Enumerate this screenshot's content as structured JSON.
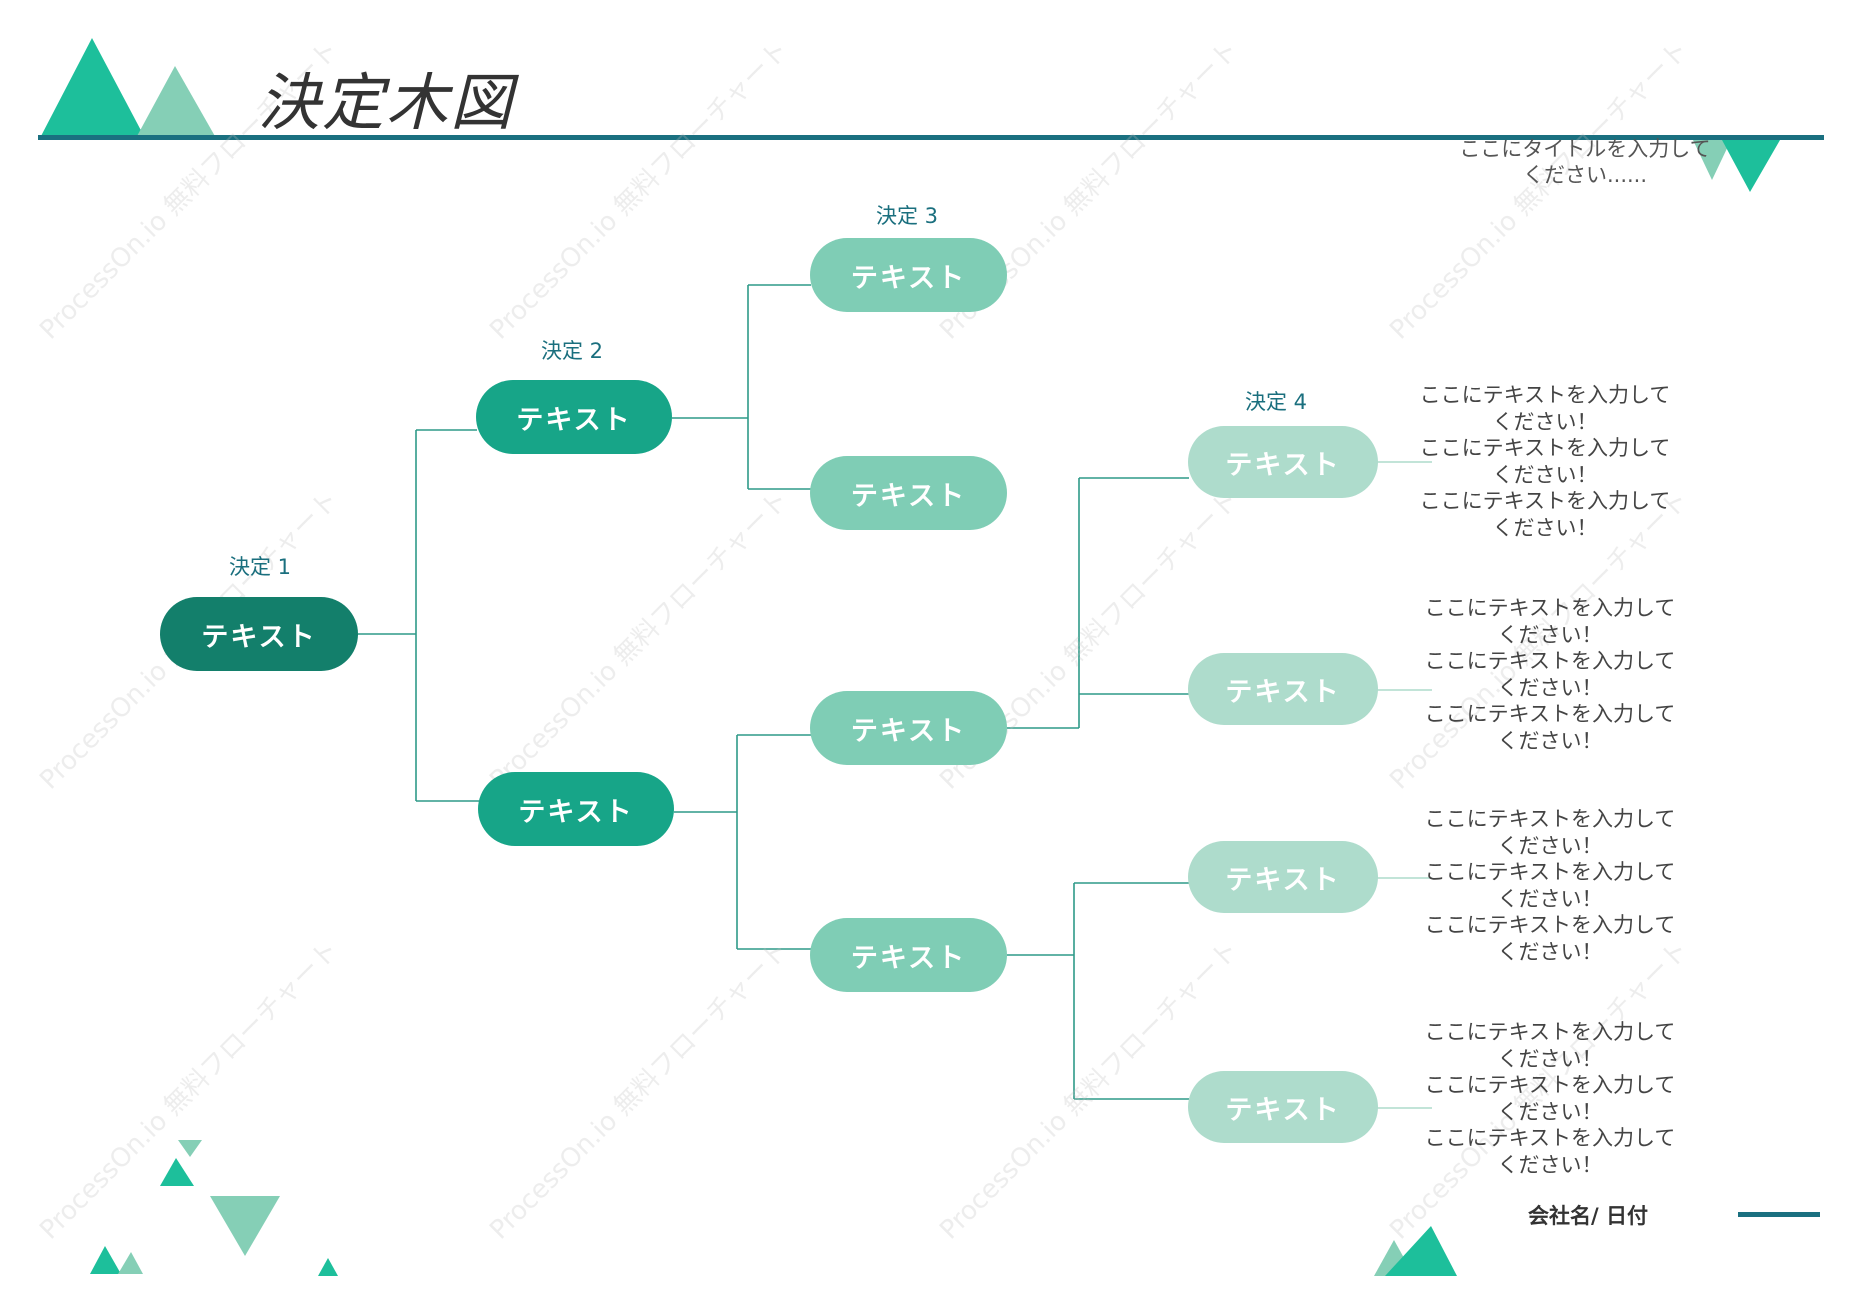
{
  "title": "決定木図",
  "subtitle_lines": [
    "ここにタイトルを入力して",
    "ください......"
  ],
  "footer": "会社名/ 日付",
  "watermark": "ProcessOn.io 無料フローチャート",
  "colors": {
    "rule": "#1a7080",
    "level1": "#137f6b",
    "level2": "#17a588",
    "level3": "#7fcdb5",
    "level4": "#aedccc",
    "connector": "#2e9a88",
    "decision_label": "#1a6f7e"
  },
  "decisions": [
    "決定 1",
    "決定 2",
    "決定 3",
    "決定 4"
  ],
  "nodes": {
    "root": "テキスト",
    "upper": "テキスト",
    "lower": "テキスト",
    "upper_top": "テキスト",
    "upper_bottom": "テキスト",
    "lower_top": "テキスト",
    "lower_bottom": "テキスト",
    "leaf_1": "テキスト",
    "leaf_2": "テキスト",
    "leaf_3": "テキスト",
    "leaf_4": "テキスト"
  },
  "leaf_notes": [
    [
      "ここにテキストを入力して",
      "ください！",
      "ここにテキストを入力して",
      "ください！",
      "ここにテキストを入力して",
      "ください！"
    ],
    [
      "ここにテキストを入力して",
      "ください！",
      "ここにテキストを入力して",
      "ください！",
      "ここにテキストを入力して",
      "ください！"
    ],
    [
      "ここにテキストを入力して",
      "ください！",
      "ここにテキストを入力して",
      "ください！",
      "ここにテキストを入力して",
      "ください！"
    ],
    [
      "ここにテキストを入力して",
      "ください！",
      "ここにテキストを入力して",
      "ください！",
      "ここにテキストを入力して",
      "ください！"
    ]
  ]
}
